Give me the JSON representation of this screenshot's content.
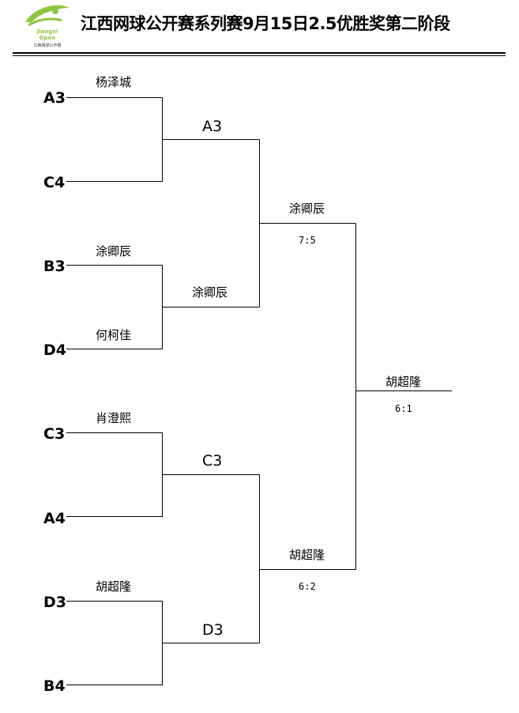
{
  "header": {
    "title": "江西网球公开赛系列赛9月15日2.5优胜奖第二阶段",
    "logo_text": "Jiangxi Open",
    "logo_caption": "江西网球公开赛"
  },
  "round1": {
    "seeds": [
      "A3",
      "C4",
      "B3",
      "D4",
      "C3",
      "A4",
      "D3",
      "B4"
    ],
    "names": [
      "杨泽城",
      "",
      "涂卿辰",
      "何柯佳",
      "肖澄熙",
      "",
      "胡超隆",
      ""
    ]
  },
  "round2": {
    "winners": [
      "A3",
      "涂卿辰",
      "C3",
      "D3"
    ]
  },
  "semifinal": {
    "winners": [
      "涂卿辰",
      "胡超隆"
    ],
    "scores": [
      "7:5",
      "6:2"
    ]
  },
  "final": {
    "winner": "胡超隆",
    "score": "6:1"
  },
  "colors": {
    "logo_green": "#8dc63f",
    "line": "#000000"
  }
}
